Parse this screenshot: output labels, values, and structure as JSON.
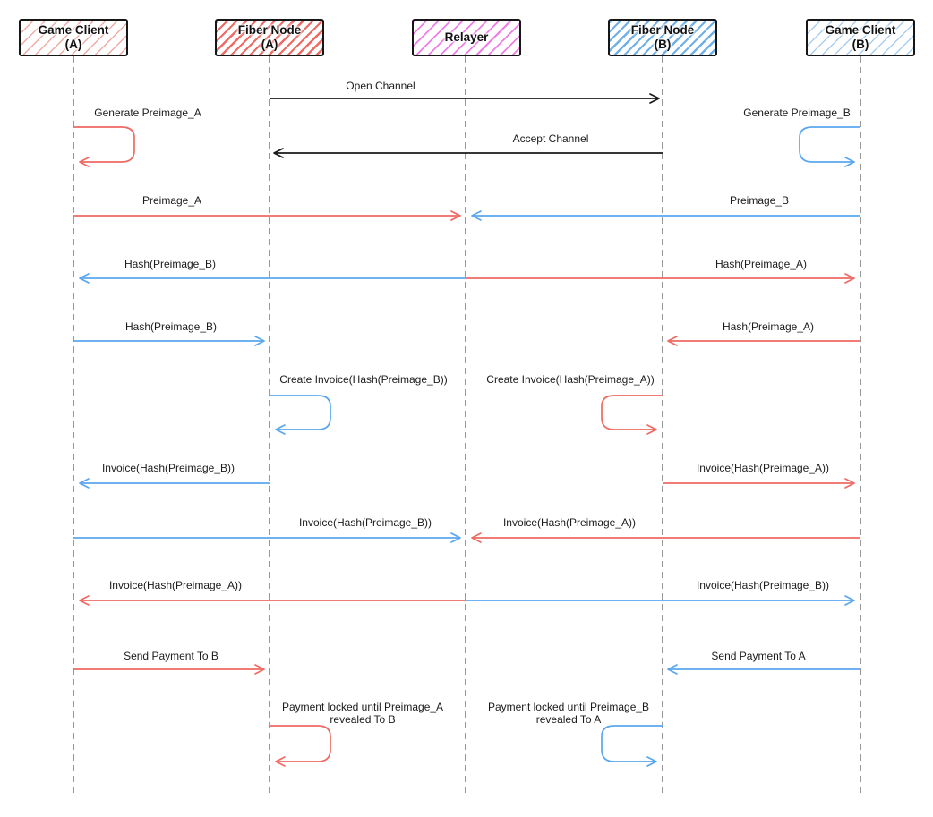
{
  "diagram": {
    "type": "sequence-diagram",
    "actors": [
      {
        "id": "game-client-a",
        "line1": "Game Client",
        "line2": "(A)",
        "hatch": "#f2aaa5"
      },
      {
        "id": "fiber-node-a",
        "line1": "Fiber Node",
        "line2": "(A)",
        "hatch": "#ee6a63"
      },
      {
        "id": "relayer",
        "line1": "Relayer",
        "line2": "",
        "hatch": "#f07de6"
      },
      {
        "id": "fiber-node-b",
        "line1": "Fiber Node",
        "line2": "(B)",
        "hatch": "#6fb0e8"
      },
      {
        "id": "game-client-b",
        "line1": "Game Client",
        "line2": "(B)",
        "hatch": "#aacdf0"
      }
    ],
    "messages": [
      {
        "label": "Open Channel",
        "from": "fiber-node-a",
        "to": "fiber-node-b",
        "color": "black",
        "kind": "arrow"
      },
      {
        "label": "Generate Preimage_A",
        "from": "game-client-a",
        "to": "game-client-a",
        "color": "red",
        "kind": "self"
      },
      {
        "label": "Generate Preimage_B",
        "from": "game-client-b",
        "to": "game-client-b",
        "color": "blue",
        "kind": "self"
      },
      {
        "label": "Accept Channel",
        "from": "fiber-node-b",
        "to": "fiber-node-a",
        "color": "black",
        "kind": "arrow"
      },
      {
        "label": "Preimage_A",
        "from": "game-client-a",
        "to": "relayer",
        "color": "red",
        "kind": "arrow"
      },
      {
        "label": "Preimage_B",
        "from": "game-client-b",
        "to": "relayer",
        "color": "blue",
        "kind": "arrow"
      },
      {
        "label": "Hash(Preimage_B)",
        "from": "relayer",
        "to": "game-client-a",
        "color": "blue",
        "kind": "arrow"
      },
      {
        "label": "Hash(Preimage_A)",
        "from": "relayer",
        "to": "game-client-b",
        "color": "red",
        "kind": "arrow"
      },
      {
        "label": "Hash(Preimage_B)",
        "from": "game-client-a",
        "to": "fiber-node-a",
        "color": "blue",
        "kind": "arrow"
      },
      {
        "label": "Hash(Preimage_A)",
        "from": "game-client-b",
        "to": "fiber-node-b",
        "color": "red",
        "kind": "arrow"
      },
      {
        "label": "Create Invoice(Hash(Preimage_B))",
        "from": "fiber-node-a",
        "to": "fiber-node-a",
        "color": "blue",
        "kind": "self"
      },
      {
        "label": "Create Invoice(Hash(Preimage_A))",
        "from": "fiber-node-b",
        "to": "fiber-node-b",
        "color": "red",
        "kind": "self"
      },
      {
        "label": "Invoice(Hash(Preimage_B))",
        "from": "fiber-node-a",
        "to": "game-client-a",
        "color": "blue",
        "kind": "arrow"
      },
      {
        "label": "Invoice(Hash(Preimage_A))",
        "from": "fiber-node-b",
        "to": "game-client-b",
        "color": "red",
        "kind": "arrow"
      },
      {
        "label": "Invoice(Hash(Preimage_B))",
        "from": "game-client-a",
        "to": "relayer",
        "color": "blue",
        "kind": "arrow"
      },
      {
        "label": "Invoice(Hash(Preimage_A))",
        "from": "game-client-b",
        "to": "relayer",
        "color": "red",
        "kind": "arrow"
      },
      {
        "label": "Invoice(Hash(Preimage_A))",
        "from": "relayer",
        "to": "game-client-a",
        "color": "red",
        "kind": "arrow"
      },
      {
        "label": "Invoice(Hash(Preimage_B))",
        "from": "relayer",
        "to": "game-client-b",
        "color": "blue",
        "kind": "arrow"
      },
      {
        "label": "Send Payment To B",
        "from": "game-client-a",
        "to": "fiber-node-a",
        "color": "red",
        "kind": "arrow"
      },
      {
        "label": "Send Payment To A",
        "from": "game-client-b",
        "to": "fiber-node-b",
        "color": "blue",
        "kind": "arrow"
      },
      {
        "label": "Payment locked until Preimage_A revealed To B",
        "from": "fiber-node-a",
        "to": "fiber-node-a",
        "color": "red",
        "kind": "self"
      },
      {
        "label": "Payment locked until Preimage_B revealed To A",
        "from": "fiber-node-b",
        "to": "fiber-node-b",
        "color": "blue",
        "kind": "self"
      }
    ],
    "colors": {
      "red": "#ef6a63",
      "blue": "#5aa7ef",
      "black": "#1a1a1a",
      "lifeline": "#999999",
      "actor_border": "#161616"
    }
  }
}
